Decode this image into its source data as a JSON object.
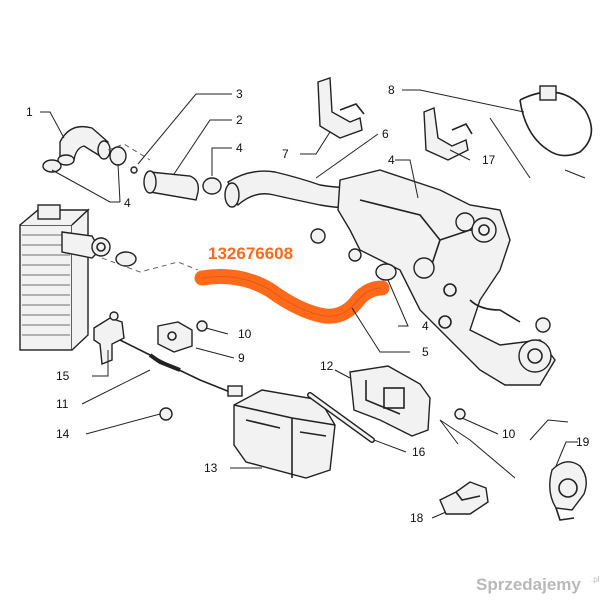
{
  "highlight": {
    "part_code": "132676608",
    "color": "#ff6a1a"
  },
  "callouts": [
    "1",
    "2",
    "3",
    "4",
    "4",
    "4",
    "4",
    "5",
    "6",
    "7",
    "8",
    "9",
    "10",
    "10",
    "11",
    "12",
    "13",
    "14",
    "15",
    "16",
    "17",
    "18",
    "19"
  ],
  "watermark": {
    "brand": "Sprzedajemy",
    "suffix": ".pl"
  }
}
